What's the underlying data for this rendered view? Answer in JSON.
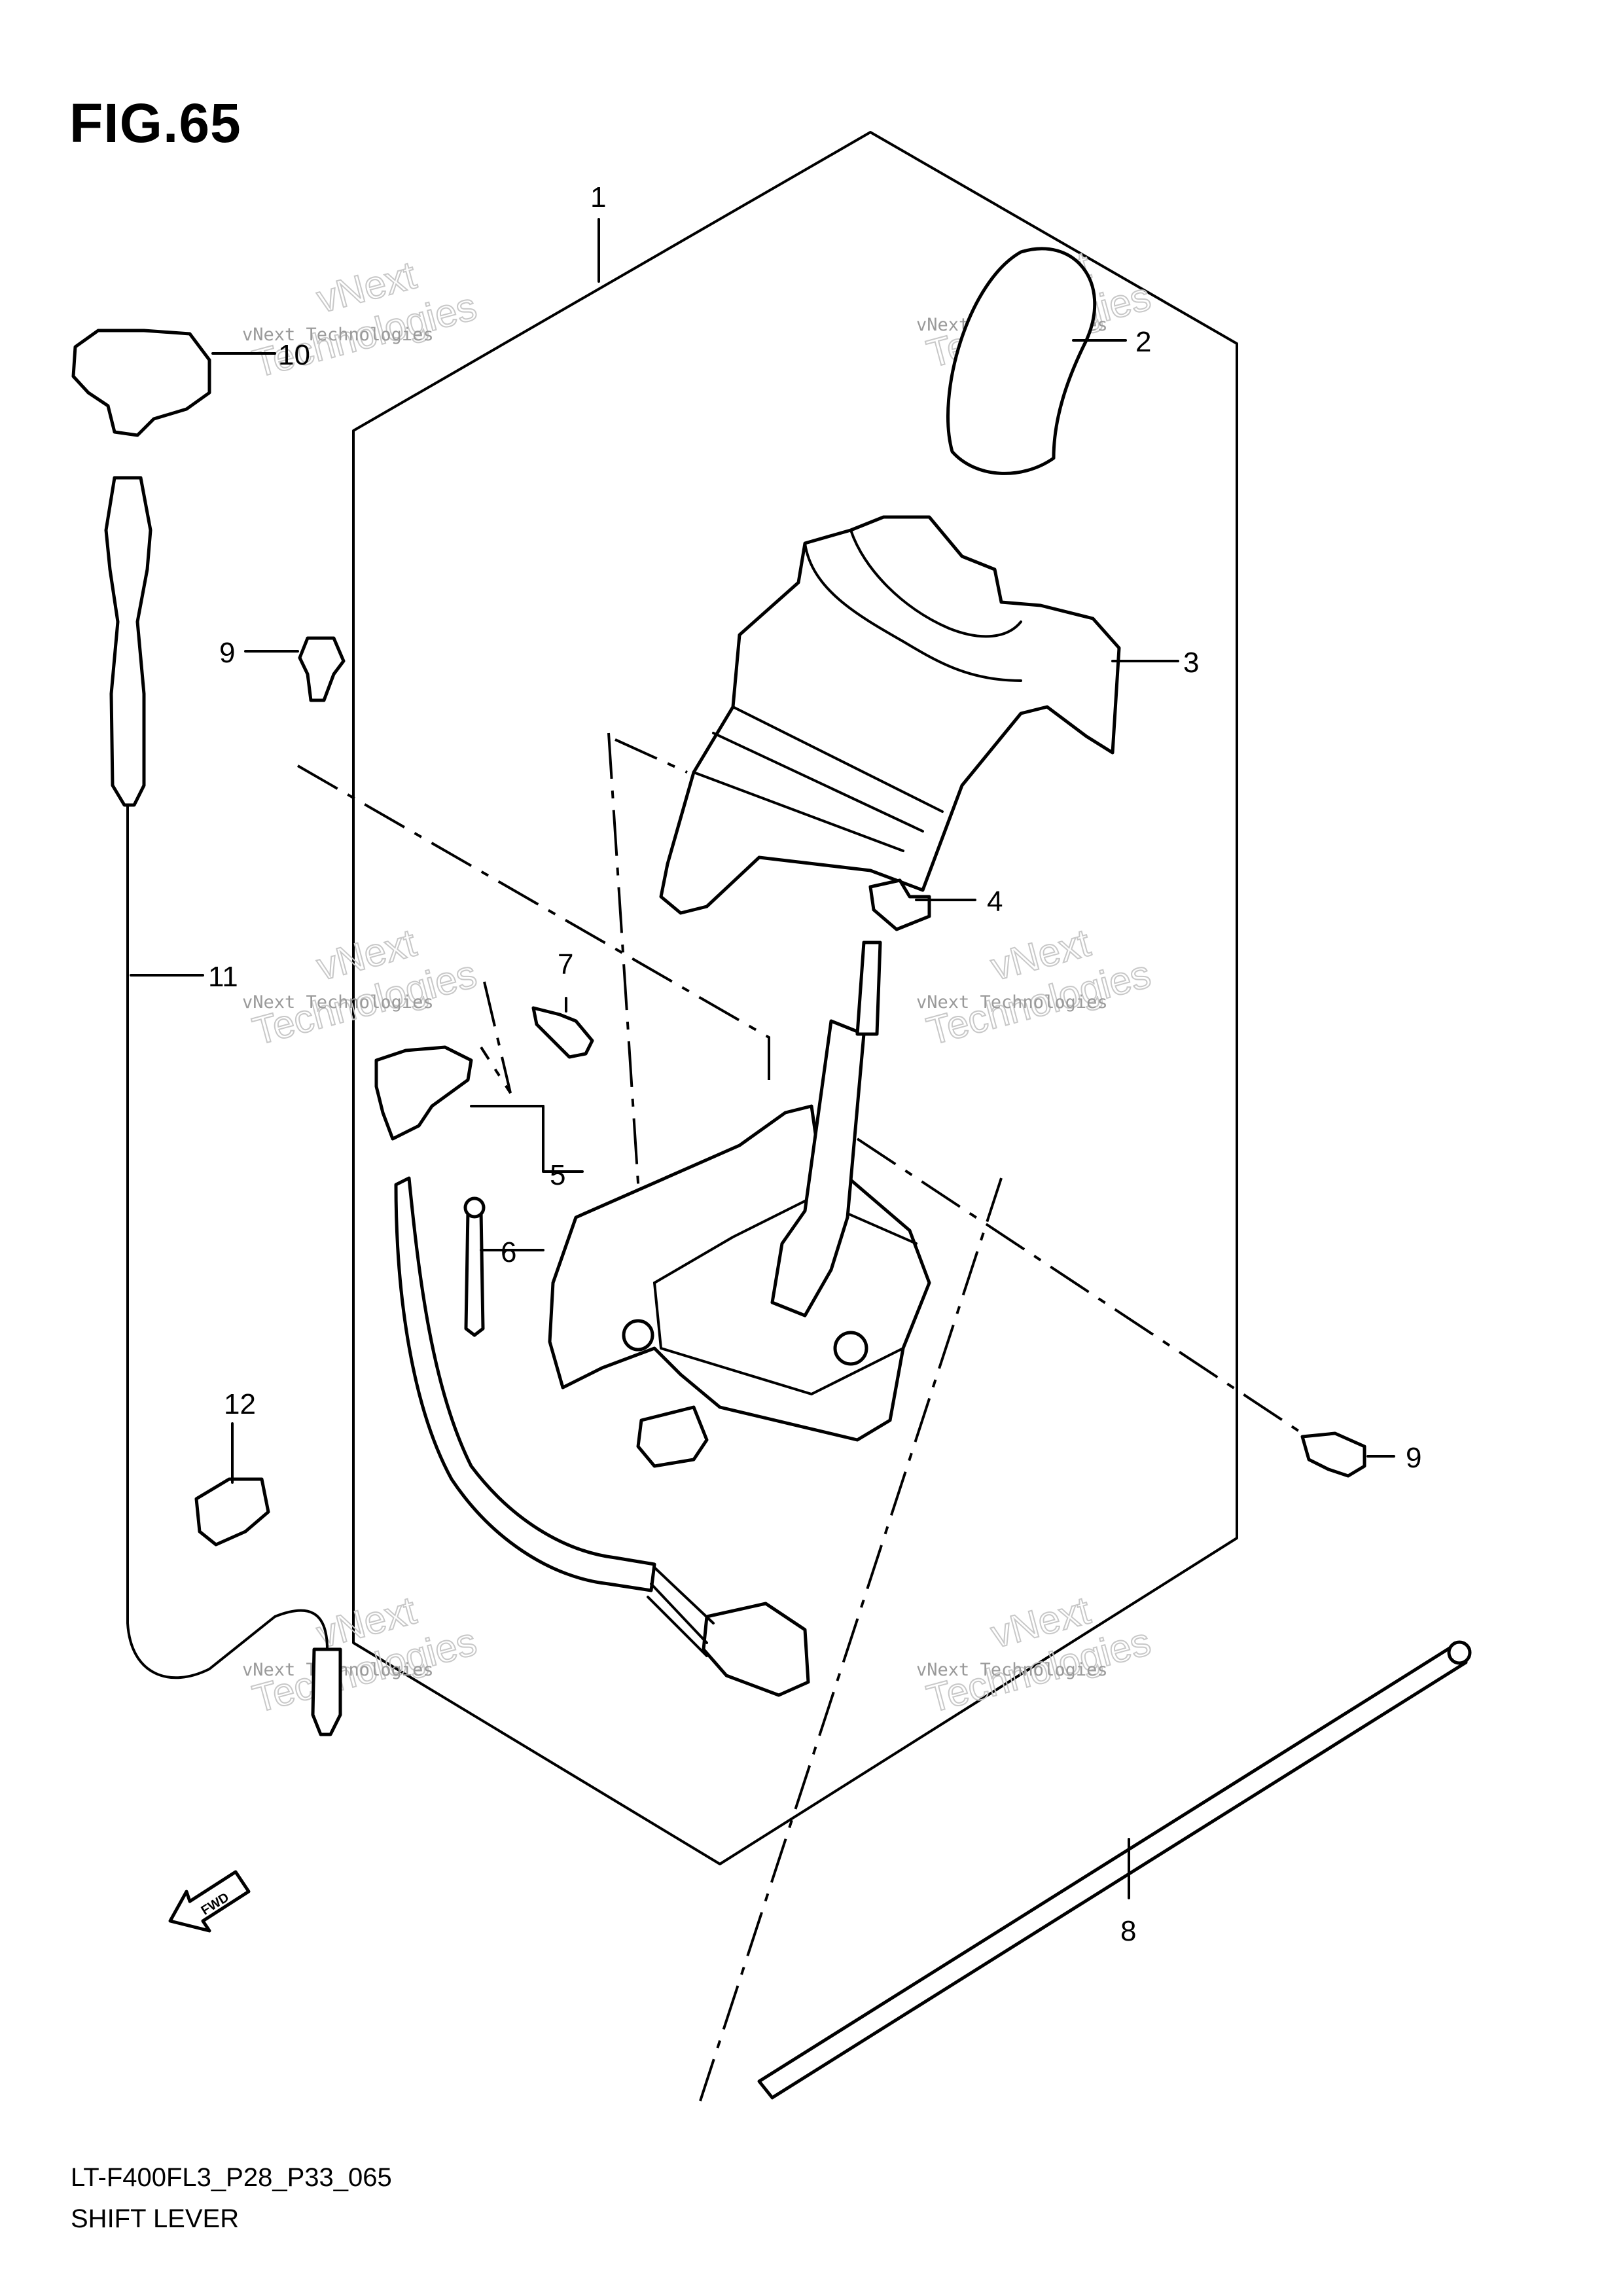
{
  "figure": {
    "title": "FIG.65"
  },
  "caption": {
    "code": "LT-F400FL3_P28_P33_065",
    "name": "SHIFT LEVER"
  },
  "callouts": [
    {
      "id": "c1",
      "label": "1"
    },
    {
      "id": "c2",
      "label": "2"
    },
    {
      "id": "c3",
      "label": "3"
    },
    {
      "id": "c4",
      "label": "4"
    },
    {
      "id": "c5",
      "label": "5"
    },
    {
      "id": "c6",
      "label": "6"
    },
    {
      "id": "c7",
      "label": "7"
    },
    {
      "id": "c8",
      "label": "8"
    },
    {
      "id": "c9a",
      "label": "9"
    },
    {
      "id": "c9b",
      "label": "9"
    },
    {
      "id": "c10",
      "label": "10"
    },
    {
      "id": "c11",
      "label": "11"
    },
    {
      "id": "c12",
      "label": "12"
    }
  ],
  "fwd_arrow": {
    "label": "FWD"
  },
  "watermark": {
    "line1": "vNext Technologies",
    "big1": "vNext",
    "big2": "Technologies"
  }
}
